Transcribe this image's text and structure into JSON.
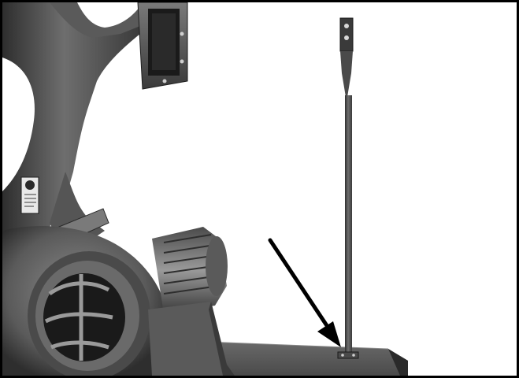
{
  "photo": {
    "subject": "dust-collector-blower-with-support-stand",
    "style": "black-and-white product photograph",
    "colors": {
      "frame": "#000000",
      "background": "#ffffff",
      "metal_dark": "#3a3a3a",
      "metal_mid": "#6a6a6a",
      "metal_light": "#9a9a9a",
      "arrow": "#000000"
    },
    "annotation": {
      "type": "arrow",
      "points_to": "stand-base-bracket"
    }
  }
}
